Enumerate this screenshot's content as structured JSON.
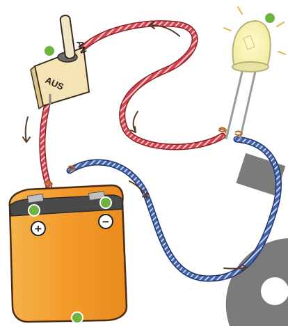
{
  "switch": {
    "label_on": "AN",
    "label_off": "AUS"
  },
  "battery": {
    "plus_symbol": "+",
    "minus_symbol": "−"
  },
  "colors": {
    "hotspot": "#6db33f",
    "wire_red": "#d8414b",
    "wire_blue": "#3f62a8",
    "battery_body": "#f0a033",
    "battery_top": "#4a4a4a",
    "switch_body": "#f4e3b5",
    "lamp_glass": "#f5f0b4",
    "logo_gray": "#7b7b7b"
  },
  "hotspots": [
    {
      "name": "hotspot-switch"
    },
    {
      "name": "hotspot-led"
    },
    {
      "name": "hotspot-battery-plus"
    },
    {
      "name": "hotspot-battery-minus"
    },
    {
      "name": "hotspot-battery-body"
    }
  ]
}
